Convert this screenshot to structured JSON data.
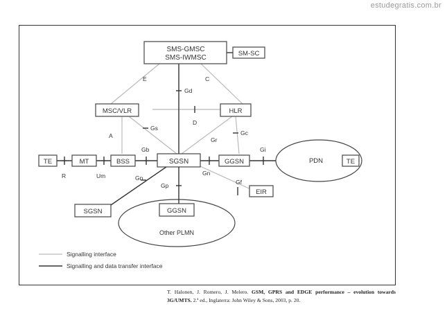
{
  "watermark": "estudegratis.com.br",
  "nodes": {
    "sms_gmsc_1": "SMS-GMSC",
    "sms_gmsc_2": "SMS-IWMSC",
    "sm_sc": "SM-SC",
    "msc_vlr": "MSC/VLR",
    "hlr": "HLR",
    "te_left": "TE",
    "mt": "MT",
    "bss": "BSS",
    "sgsn": "SGSN",
    "ggsn": "GGSN",
    "pdn": "PDN",
    "te_right": "TE",
    "eir": "EIR",
    "sgsn_other": "SGSN",
    "ggsn_other": "GGSN",
    "other_plmn": "Other PLMN"
  },
  "interfaces": {
    "e": "E",
    "c": "C",
    "gd": "Gd",
    "d": "D",
    "gs": "Gs",
    "a": "A",
    "gr": "Gr",
    "gc": "Gc",
    "gb": "Gb",
    "gi": "Gi",
    "r": "R",
    "um": "Um",
    "gn1": "Gn",
    "gn2": "Gn",
    "gp": "Gp",
    "gf": "Gf"
  },
  "legend": {
    "signalling": "Signalling interface",
    "data": "Signalling and data transfer interface"
  },
  "caption": {
    "authors": "T. Halonen, J. Romero, J. Melero.",
    "title": "GSM, GPRS and EDGE performance – evolution towards 3G/UMTS.",
    "rest": "2.ª ed., Inglaterra: John Wiley & Sons, 2003, p. 20."
  }
}
